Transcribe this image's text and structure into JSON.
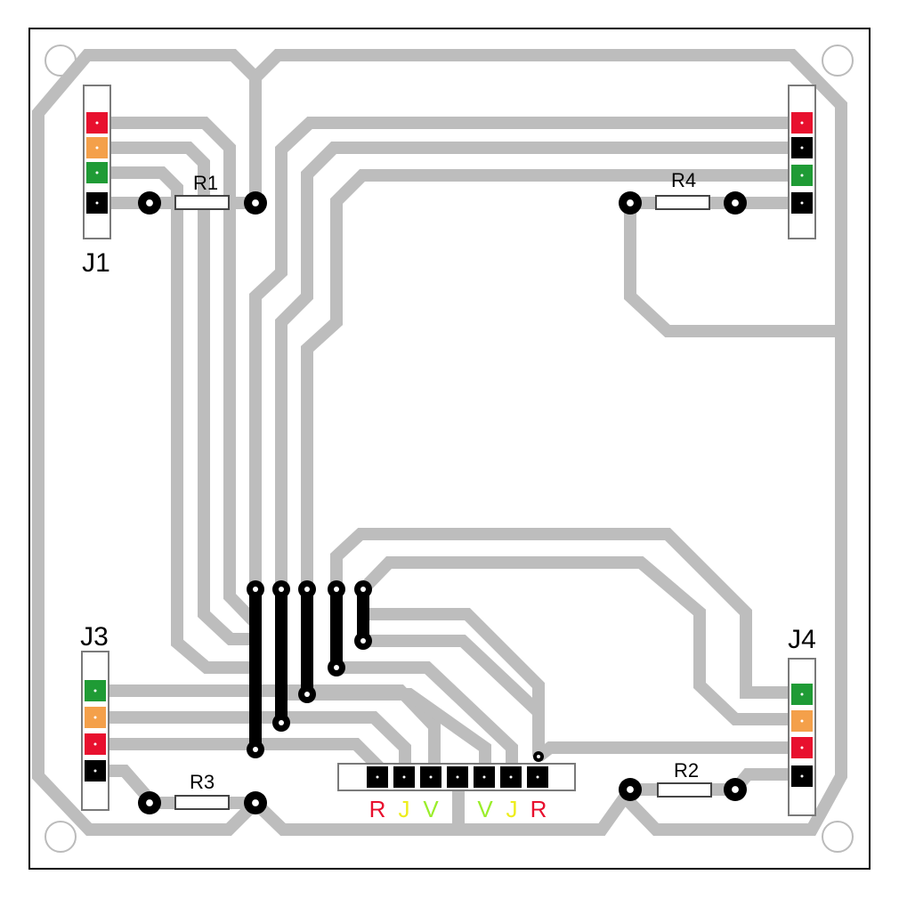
{
  "colors": {
    "background": "#ffffff",
    "board_outline": "#000000",
    "trace": "#bdbdbd",
    "jumper": "#000000",
    "pad": "#000000",
    "hole": "#ffffff",
    "connector_outline": "#7a7a7a",
    "resistor_outline": "#444444",
    "red": "#e8102e",
    "orange": "#f4a04a",
    "green": "#1f9b35",
    "black": "#000000",
    "label_red": "#e8102e",
    "label_yellow": "#eded1c",
    "label_green": "#9aee2a"
  },
  "components": {
    "j1": "J1",
    "j3": "J3",
    "j4": "J4",
    "r1": "R1",
    "r2": "R2",
    "r3": "R3",
    "r4": "R4"
  },
  "connectors": {
    "j1_pins": [
      "red",
      "orange",
      "green",
      "black"
    ],
    "j2_pins": [
      "red",
      "black",
      "green",
      "black"
    ],
    "j3_pins": [
      "green",
      "orange",
      "red",
      "black"
    ],
    "j4_pins": [
      "green",
      "orange",
      "red",
      "black"
    ]
  },
  "header_labels": [
    {
      "text": "R",
      "color": "label_red"
    },
    {
      "text": "J",
      "color": "label_yellow"
    },
    {
      "text": "V",
      "color": "label_green"
    },
    {
      "text": "V",
      "color": "label_green"
    },
    {
      "text": "J",
      "color": "label_yellow"
    },
    {
      "text": "R",
      "color": "label_red"
    }
  ],
  "icons": {
    "mounting_hole": "mounting-hole-icon",
    "via": "via-icon",
    "resistor": "resistor-icon"
  }
}
